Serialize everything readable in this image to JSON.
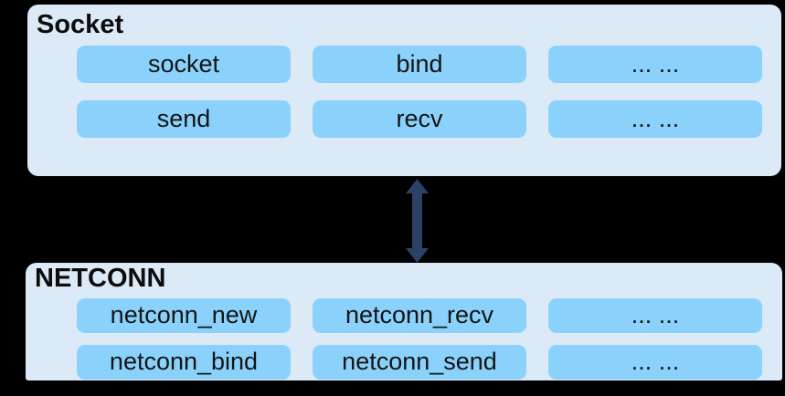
{
  "canvas": {
    "background": "#000000"
  },
  "arrow": {
    "color": "#2b4166"
  },
  "socket_box": {
    "title": "Socket",
    "background": "#dce9f6",
    "pill_color": "#8ad2fb",
    "rows": [
      [
        "socket",
        "bind",
        "... ..."
      ],
      [
        "send",
        "recv",
        "... ..."
      ]
    ]
  },
  "netconn_box": {
    "title": "NETCONN",
    "background": "#dce9f6",
    "pill_color": "#8ad2fb",
    "rows": [
      [
        "netconn_new",
        "netconn_recv",
        "... ..."
      ],
      [
        "netconn_bind",
        "netconn_send",
        "... ..."
      ]
    ]
  }
}
